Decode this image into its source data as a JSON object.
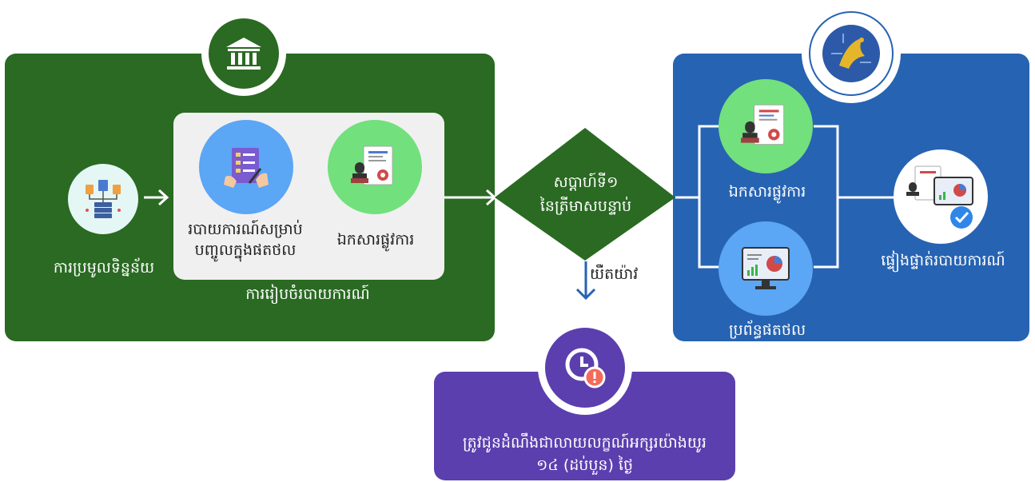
{
  "nodes": {
    "data_collection": "ការប្រមូលទិន្នន័យ",
    "report_for_supply": "របាយការណ៍សម្រាប់\nបញ្ចូលក្នុងផតថល",
    "official_document_left": "ឯកសារផ្លូវការ",
    "report_preparation": "ការរៀបចំរបាយការណ៍",
    "deadline_diamond": "សប្តាហ៍ទី១\nនៃត្រីមាសបន្ទាប់",
    "late": "យឺតយ៉ាវ",
    "official_document_right": "ឯកសារផ្លូវការ",
    "portal_system": "ប្រព័ន្ធផតថល",
    "report_verification": "ផ្ទៀងផ្ទាត់របាយការណ៍",
    "notice": "ត្រូវជូនដំណឹងជាលាយលក្ខណ៍អក្សរយ៉ាងយូរ\n១៤ (ដប់បួន) ថ្ងៃ"
  },
  "icons": {
    "institution": "bank-building-icon",
    "data": "data-network-icon",
    "report_writing": "report-writing-icon",
    "official_document": "stamp-certificate-icon",
    "portal": "computer-chart-icon",
    "verification": "verified-report-icon",
    "clock_alert": "clock-alert-icon",
    "committee_logo": "committee-seal-logo"
  },
  "colors": {
    "green_panel": "#2a6a22",
    "blue_panel": "#2663b3",
    "purple_panel": "#5b3fae",
    "diamond": "#2a6a22",
    "light_green_circle": "#72e07c",
    "light_blue_circle": "#5ba6f5",
    "pale_teal_circle": "#e4f7f5"
  }
}
